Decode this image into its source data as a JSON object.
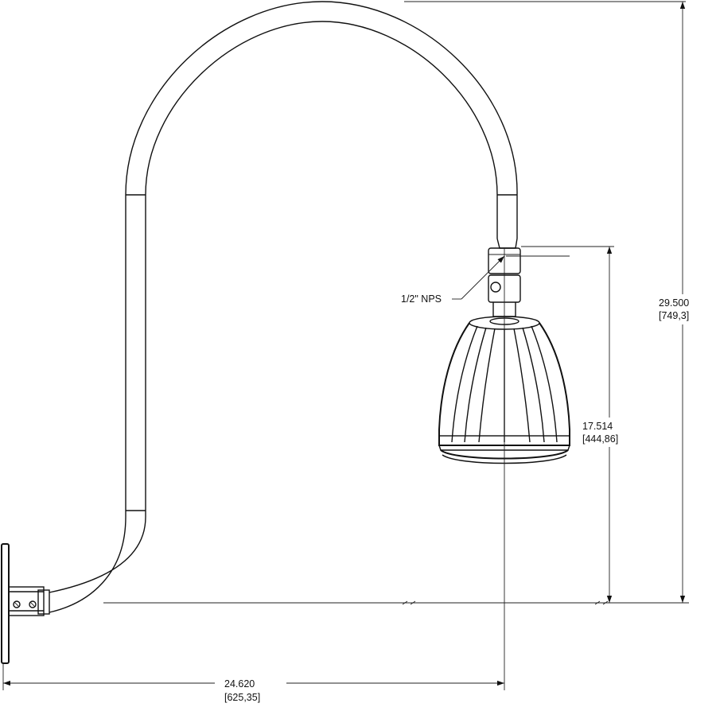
{
  "annotations": {
    "fitting": "1/2\" NPS",
    "height_total": {
      "imperial": "29.500",
      "metric": "[749,3]"
    },
    "height_fixture": {
      "imperial": "17.514",
      "metric": "[444,86]"
    },
    "projection": {
      "imperial": "24.620",
      "metric": "[625,35]"
    }
  },
  "colors": {
    "stroke": "#111111",
    "background": "#ffffff"
  }
}
